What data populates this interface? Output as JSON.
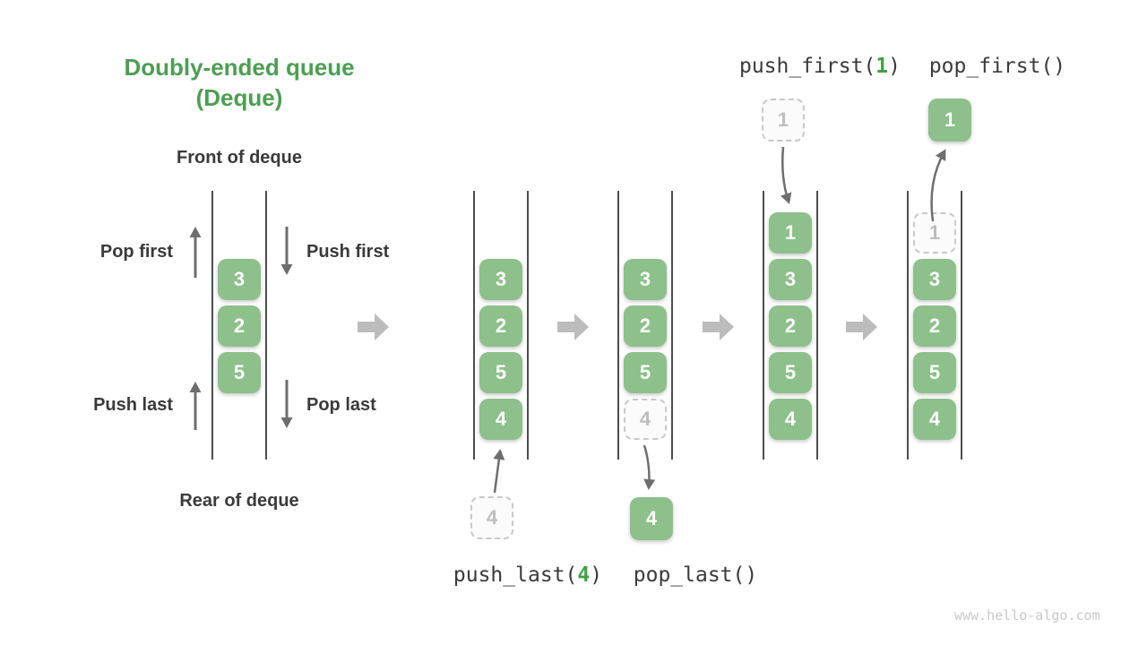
{
  "title": {
    "line1": "Doubly-ended queue",
    "line2": "(Deque)"
  },
  "labels": {
    "front": "Front of deque",
    "rear": "Rear of deque",
    "pop_first": "Pop first",
    "push_first": "Push first",
    "push_last": "Push last",
    "pop_last": "Pop last"
  },
  "operations": {
    "push_first": {
      "name": "push_first(",
      "arg": "1",
      "close": ")"
    },
    "pop_first": {
      "name": "pop_first()",
      "arg": "",
      "close": ""
    },
    "push_last": {
      "name": "push_last(",
      "arg": "4",
      "close": ")"
    },
    "pop_last": {
      "name": "pop_last()",
      "arg": "",
      "close": ""
    }
  },
  "queues": {
    "demo": [
      "3",
      "2",
      "5"
    ],
    "q2": [
      "3",
      "2",
      "5",
      "4"
    ],
    "q3": [
      "3",
      "2",
      "5"
    ],
    "q3_dashed": "4",
    "q4": [
      "1",
      "3",
      "2",
      "5",
      "4"
    ],
    "q5": [
      "3",
      "2",
      "5",
      "4"
    ],
    "q5_dashed": "1"
  },
  "floating": {
    "push_last_in": "4",
    "pop_last_out": "4",
    "push_first_in": "1",
    "pop_first_out": "1"
  },
  "watermark": "www.hello-algo.com",
  "icons": {
    "transition": "arrow-right-icon",
    "pop_first": "arrow-up-icon",
    "push_first": "arrow-down-icon",
    "push_last": "arrow-up-icon",
    "pop_last": "arrow-down-icon"
  },
  "colors": {
    "box_green": "#8dc08b",
    "title_green": "#4d9e53",
    "code_green": "#43a047",
    "text_dark": "#3a3a3a",
    "wall_gray": "#4d4d4d",
    "arrow_small_gray": "#6e6e6e",
    "arrow_big_gray": "#bcbcbc",
    "dashed_border": "#c9c9c9",
    "dashed_text": "#bdbdbd",
    "watermark_gray": "#c8c8c8"
  }
}
